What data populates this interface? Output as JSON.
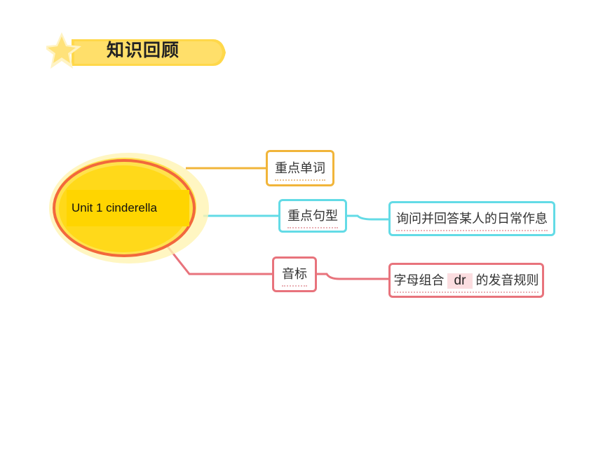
{
  "banner": {
    "title": "知识回顾"
  },
  "mindmap": {
    "root": {
      "label": "Unit 1 cinderella"
    },
    "branches": {
      "keywords": {
        "label": "重点单词"
      },
      "sentences": {
        "label": "重点句型",
        "child": {
          "label": "询问并回答某人的日常作息"
        }
      },
      "phonetics": {
        "label": "音标",
        "child": {
          "label_before": "字母组合",
          "highlight": "dr",
          "label_after": "的发音规则"
        }
      }
    }
  },
  "colors": {
    "banner_fill": "#ffd84a",
    "root_fill": "#ffd500",
    "root_ring": "#f2683c",
    "link_keywords": "#f1b53a",
    "link_sentences": "#63dbe6",
    "link_phonetics": "#e8737c",
    "highlight_bg": "#fbdde0"
  }
}
